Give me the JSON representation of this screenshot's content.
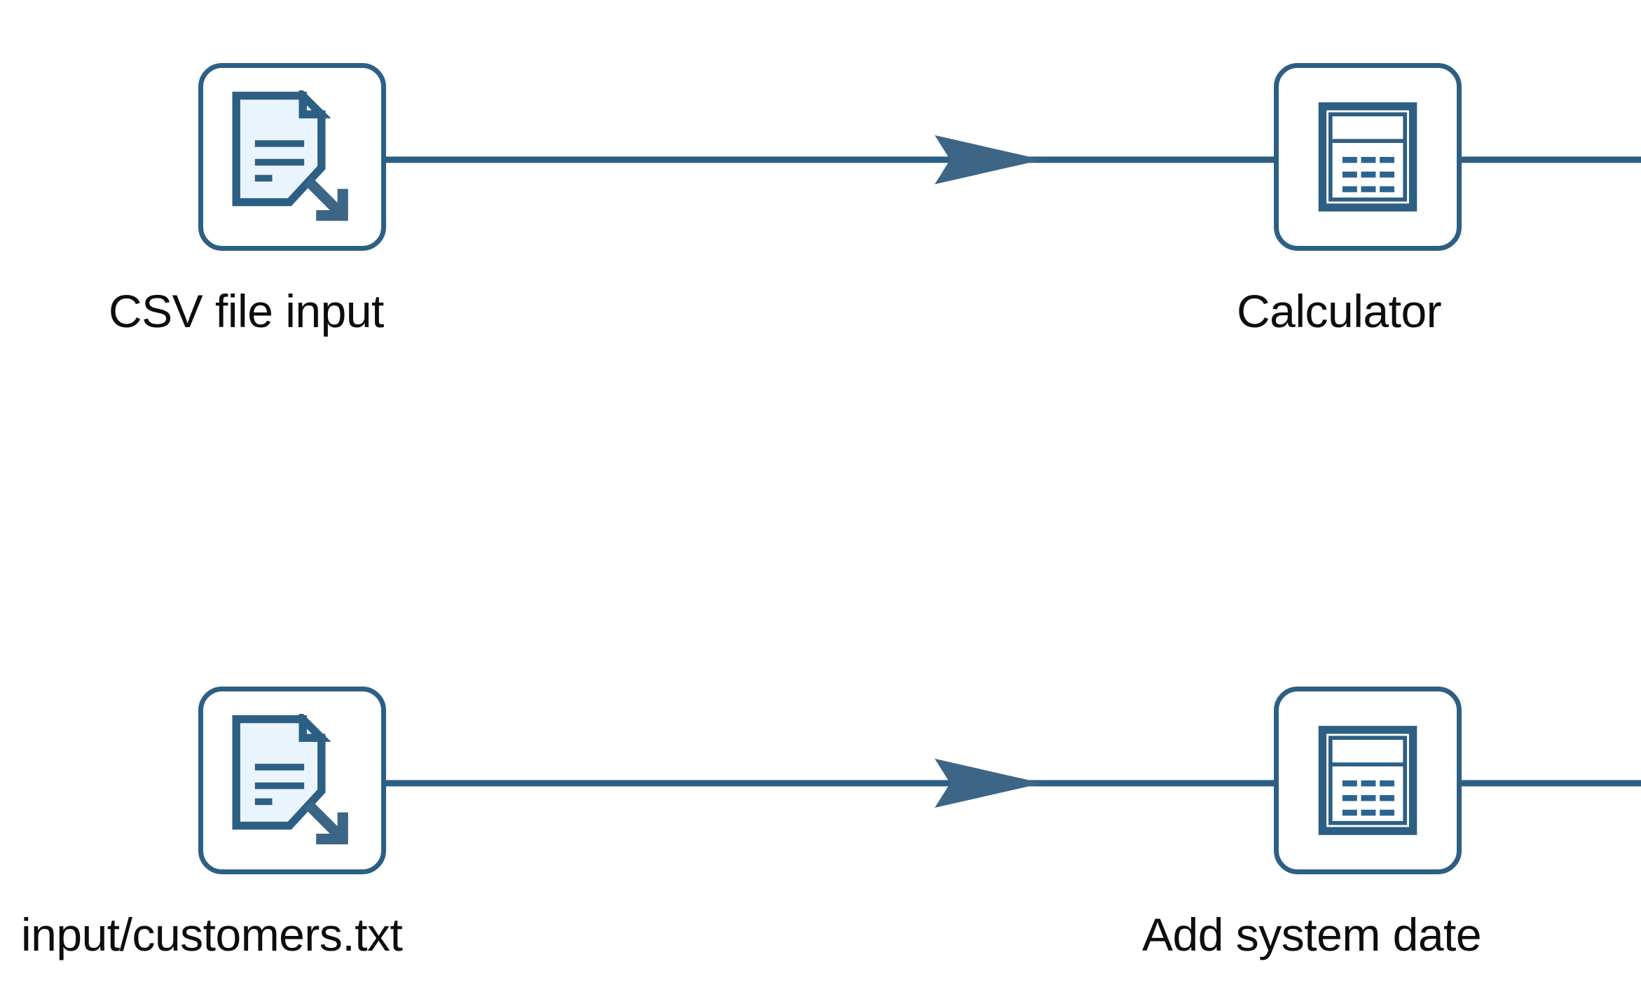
{
  "diagram": {
    "type": "flow",
    "background": "#ffffff",
    "accent_stroke": "#2d5f84",
    "arrow_fill": "#3d6585",
    "icon_paper_fill": "#eaf4fd",
    "rows": [
      {
        "id": "row-1",
        "nodes": [
          {
            "id": "csv-file-input",
            "icon": "document-export-icon",
            "label": "CSV file input"
          },
          {
            "id": "calculator",
            "icon": "calculator-icon",
            "label": "Calculator"
          }
        ],
        "connector": {
          "from": "csv-file-input",
          "to": "calculator",
          "arrow": "arrowhead-right-icon"
        },
        "trailing_connector": true
      },
      {
        "id": "row-2",
        "nodes": [
          {
            "id": "input-customers-txt",
            "icon": "document-export-icon",
            "label": "input/customers.txt"
          },
          {
            "id": "add-system-date",
            "icon": "calculator-icon",
            "label": "Add system date"
          }
        ],
        "connector": {
          "from": "input-customers-txt",
          "to": "add-system-date",
          "arrow": "arrowhead-right-icon"
        },
        "trailing_connector": true
      }
    ]
  },
  "labels": {
    "csv_file_input": "CSV file input",
    "calculator": "Calculator",
    "input_customers_txt": "input/customers.txt",
    "add_system_date": "Add system date"
  }
}
